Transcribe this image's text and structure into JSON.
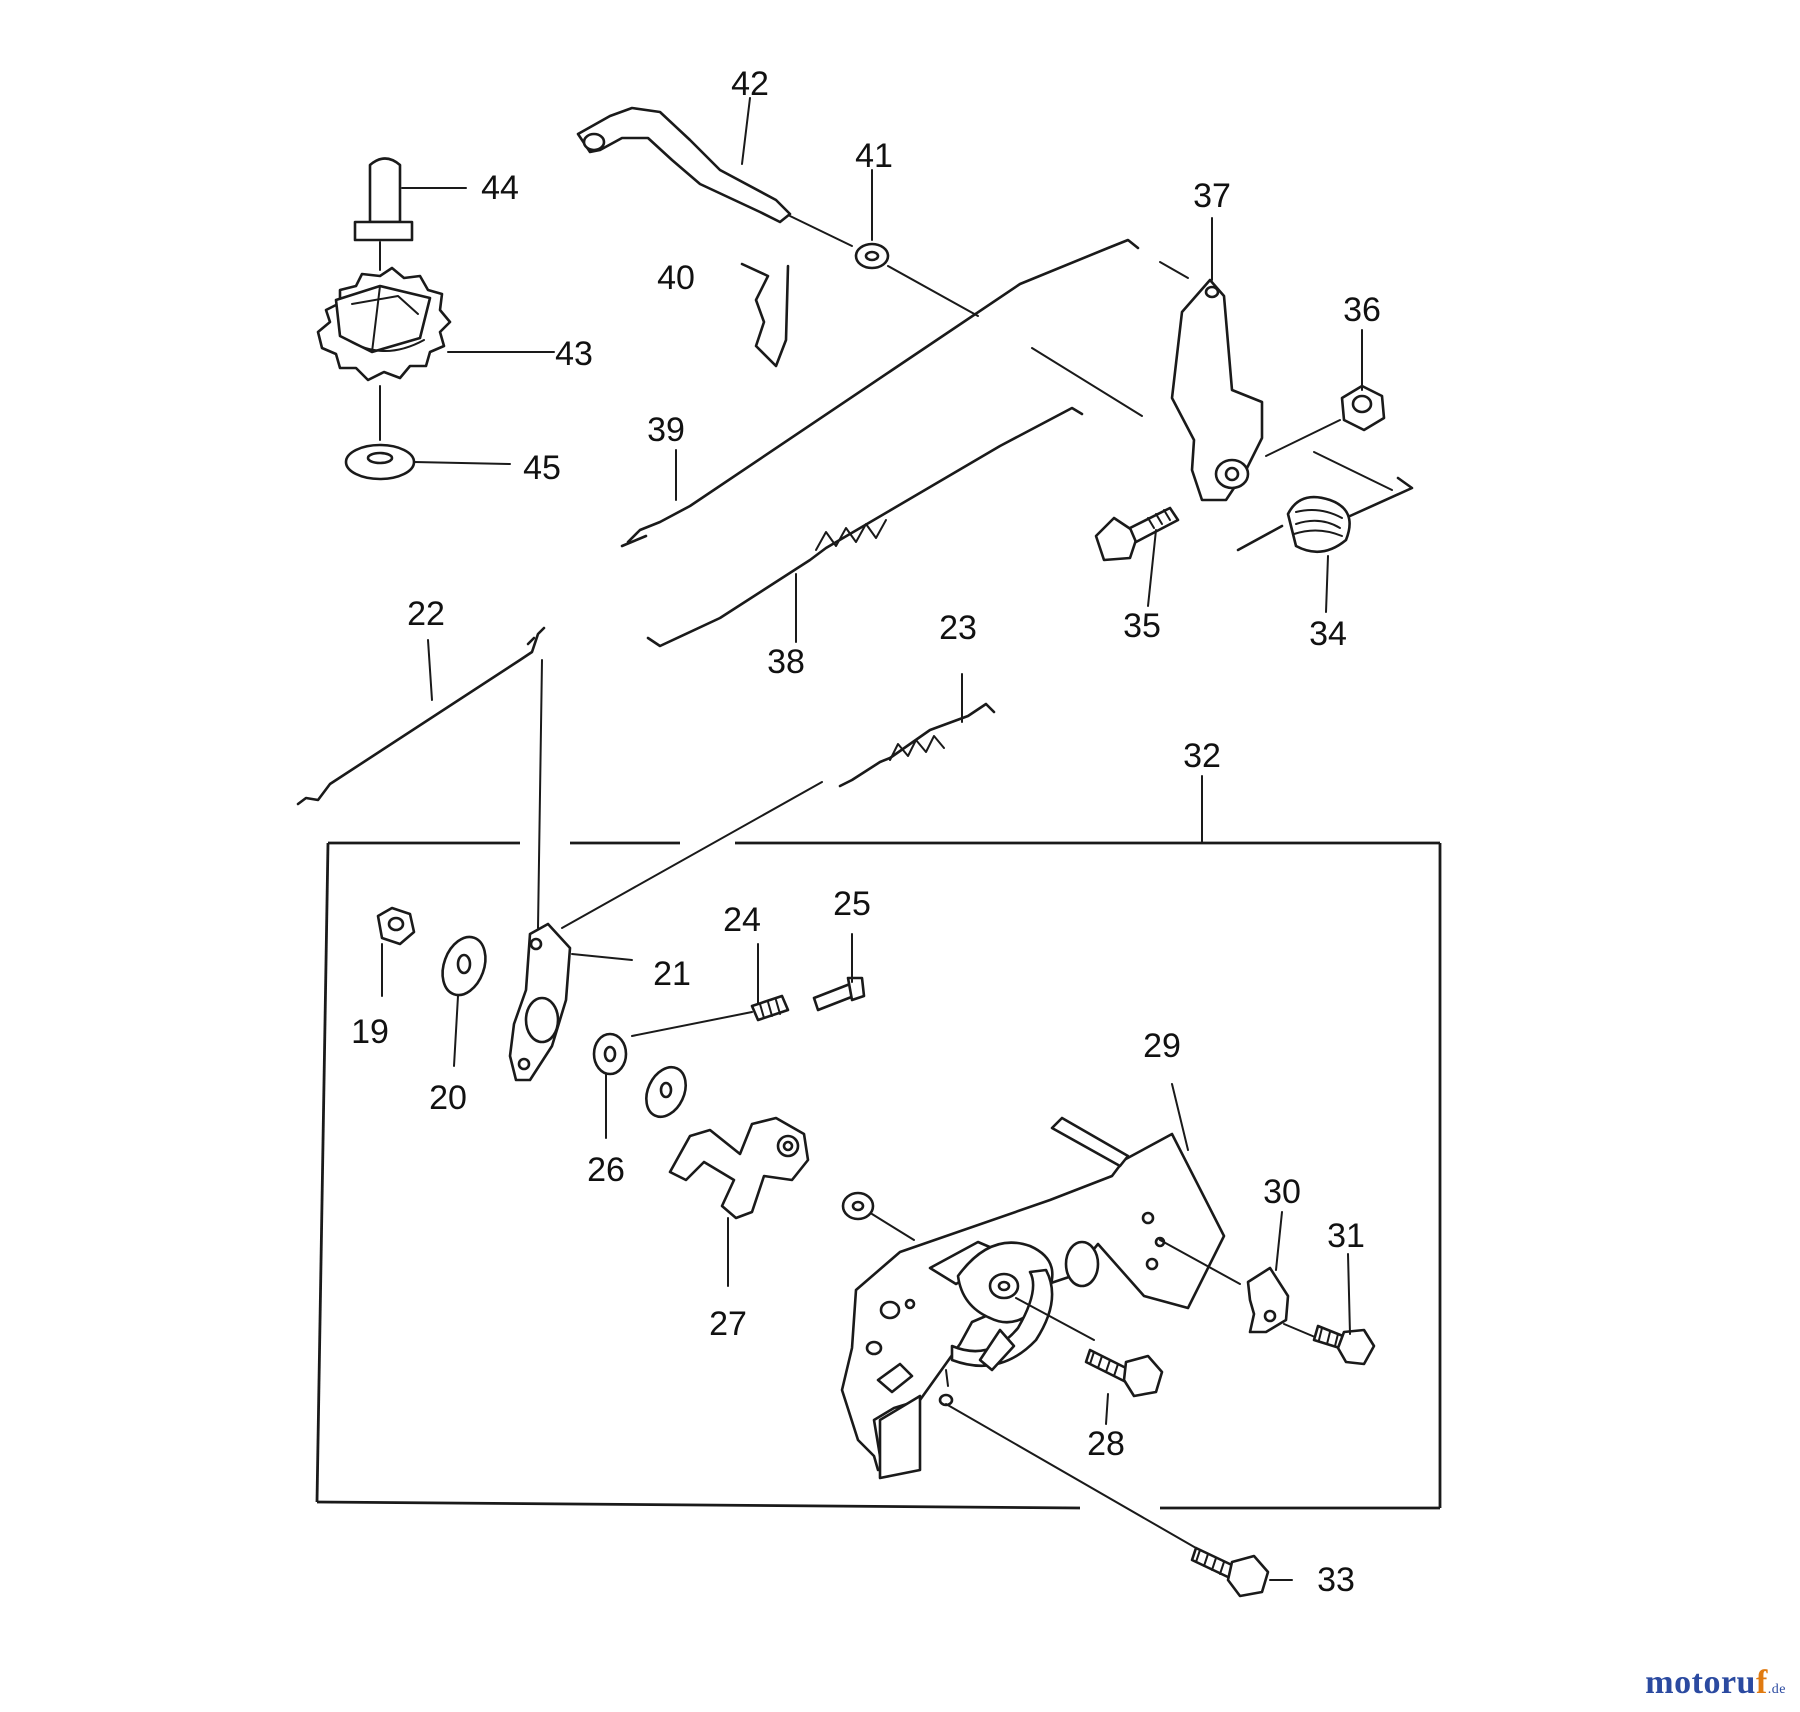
{
  "parts": [
    {
      "id": "p19",
      "label": "19"
    },
    {
      "id": "p20",
      "label": "20"
    },
    {
      "id": "p21",
      "label": "21"
    },
    {
      "id": "p22",
      "label": "22"
    },
    {
      "id": "p23",
      "label": "23"
    },
    {
      "id": "p24",
      "label": "24"
    },
    {
      "id": "p25",
      "label": "25"
    },
    {
      "id": "p26",
      "label": "26"
    },
    {
      "id": "p27",
      "label": "27"
    },
    {
      "id": "p28",
      "label": "28"
    },
    {
      "id": "p29",
      "label": "29"
    },
    {
      "id": "p30",
      "label": "30"
    },
    {
      "id": "p31",
      "label": "31"
    },
    {
      "id": "p32",
      "label": "32"
    },
    {
      "id": "p33",
      "label": "33"
    },
    {
      "id": "p34",
      "label": "34"
    },
    {
      "id": "p35",
      "label": "35"
    },
    {
      "id": "p36",
      "label": "36"
    },
    {
      "id": "p37",
      "label": "37"
    },
    {
      "id": "p38",
      "label": "38"
    },
    {
      "id": "p39",
      "label": "39"
    },
    {
      "id": "p40",
      "label": "40"
    },
    {
      "id": "p41",
      "label": "41"
    },
    {
      "id": "p42",
      "label": "42"
    },
    {
      "id": "p43",
      "label": "43"
    },
    {
      "id": "p44",
      "label": "44"
    },
    {
      "id": "p45",
      "label": "45"
    }
  ],
  "brand": {
    "name_a": "motoru",
    "name_b": "f",
    "tld": ".de"
  },
  "colors": {
    "line": "#1a1a1a",
    "brand_blue": "#2b4aa0",
    "brand_orange": "#e07a10"
  }
}
